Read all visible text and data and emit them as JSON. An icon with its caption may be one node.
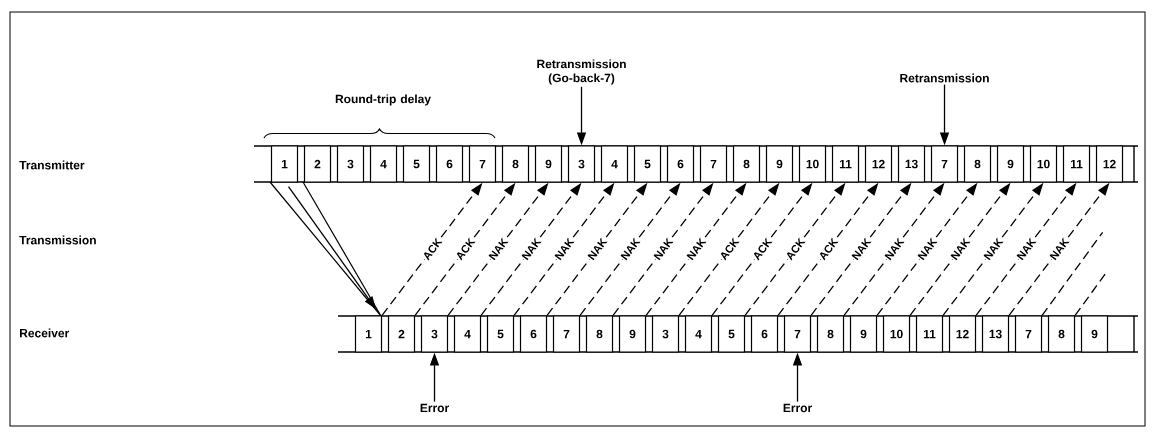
{
  "diagram": {
    "nodes": [
      {
        "text": [
          "Retransmission (Go-back-7)"
        ]
      },
      {
        "text": [
          "Retransmission"
        ]
      },
      {
        "text": [
          "1"
        ]
      },
      {
        "text": [
          "2"
        ]
      },
      {
        "text": [
          "3"
        ]
      },
      {
        "text": [
          "4"
        ]
      },
      {
        "text": [
          "5"
        ]
      },
      {
        "text": [
          "6"
        ]
      },
      {
        "text": [
          "7"
        ]
      },
      {
        "text": [
          "8"
        ]
      },
      {
        "text": [
          "9"
        ]
      },
      {
        "text": [
          "3"
        ]
      },
      {
        "text": [
          "4"
        ]
      },
      {
        "text": [
          "5"
        ]
      },
      {
        "text": [
          "6"
        ]
      },
      {
        "text": [
          "7"
        ]
      },
      {
        "text": [
          "8"
        ]
      },
      {
        "text": [
          "9"
        ]
      },
      {
        "text": [
          "10"
        ]
      },
      {
        "text": [
          "11"
        ]
      },
      {
        "text": [
          "12"
        ]
      },
      {
        "text": [
          "13"
        ]
      },
      {
        "text": [
          "7"
        ]
      },
      {
        "text": [
          "8"
        ]
      },
      {
        "text": [
          "9"
        ]
      },
      {
        "text": [
          "10"
        ]
      },
      {
        "text": [
          "11"
        ]
      },
      {
        "text": [
          "12"
        ]
      },
      {
        "text": [
          "1"
        ]
      },
      {
        "text": [
          "2"
        ]
      },
      {
        "text": [
          "3"
        ]
      },
      {
        "text": [
          "4"
        ]
      },
      {
        "text": [
          "5"
        ]
      },
      {
        "text": [
          "6"
        ]
      },
      {
        "text": [
          "7"
        ]
      },
      {
        "text": [
          "8"
        ]
      },
      {
        "text": [
          "9"
        ]
      },
      {
        "text": [
          "3"
        ]
      },
      {
        "text": [
          "4"
        ]
      },
      {
        "text": [
          "5"
        ]
      },
      {
        "text": [
          "6"
        ]
      },
      {
        "text": [
          "7"
        ]
      },
      {
        "text": [
          "8"
        ]
      },
      {
        "text": [
          "9"
        ]
      },
      {
        "text": [
          "10"
        ]
      },
      {
        "text": [
          "11"
        ]
      },
      {
        "text": [
          "12"
        ]
      },
      {
        "text": [
          "13"
        ]
      },
      {
        "text": [
          "7"
        ]
      },
      {
        "text": [
          "8"
        ]
      },
      {
        "text": [
          "9"
        ]
      },
      {
        "text": [
          "Error"
        ]
      },
      {
        "text": [
          "Error"
        ]
      }
    ],
    "edges": [
      {
        "from": 2,
        "to": 28,
        "arrow": "to"
      },
      {
        "from": 0,
        "to": 11,
        "arrow": "to"
      },
      {
        "from": 1,
        "to": 22,
        "arrow": "to"
      },
      {
        "from": 51,
        "to": 30,
        "arrow": "to"
      },
      {
        "from": 52,
        "to": 41,
        "arrow": "to"
      },
      {
        "from": 28,
        "to": 8,
        "arrow": "to",
        "label": "ACK",
        "style": "dashed"
      },
      {
        "from": 29,
        "to": 9,
        "arrow": "to",
        "label": "ACK",
        "style": "dashed"
      },
      {
        "from": 30,
        "to": 10,
        "arrow": "to",
        "label": "NAK",
        "style": "dashed"
      },
      {
        "from": 31,
        "to": 11,
        "arrow": "to",
        "label": "NAK",
        "style": "dashed"
      },
      {
        "from": 32,
        "to": 12,
        "arrow": "to",
        "label": "NAK",
        "style": "dashed"
      },
      {
        "from": 33,
        "to": 13,
        "arrow": "to",
        "label": "NAK",
        "style": "dashed"
      },
      {
        "from": 34,
        "to": 14,
        "arrow": "to",
        "label": "NAK",
        "style": "dashed"
      },
      {
        "from": 35,
        "to": 15,
        "arrow": "to",
        "label": "NAK",
        "style": "dashed"
      },
      {
        "from": 36,
        "to": 16,
        "arrow": "to",
        "label": "NAK",
        "style": "dashed"
      },
      {
        "from": 37,
        "to": 17,
        "arrow": "to",
        "label": "ACK",
        "style": "dashed"
      },
      {
        "from": 38,
        "to": 18,
        "arrow": "to",
        "label": "ACK",
        "style": "dashed"
      },
      {
        "from": 39,
        "to": 19,
        "arrow": "to",
        "label": "ACK",
        "style": "dashed"
      },
      {
        "from": 40,
        "to": 20,
        "arrow": "to",
        "label": "ACK",
        "style": "dashed"
      },
      {
        "from": 41,
        "to": 21,
        "arrow": "to",
        "label": "NAK",
        "style": "dashed"
      },
      {
        "from": 42,
        "to": 22,
        "arrow": "to",
        "label": "NAK",
        "style": "dashed"
      },
      {
        "from": 43,
        "to": 23,
        "arrow": "to",
        "label": "NAK",
        "style": "dashed"
      },
      {
        "from": 44,
        "to": 24,
        "arrow": "to",
        "label": "NAK",
        "style": "dashed"
      },
      {
        "from": 45,
        "to": 25,
        "arrow": "to",
        "label": "NAK",
        "style": "dashed"
      },
      {
        "from": 46,
        "to": 26,
        "arrow": "to",
        "label": "NAK",
        "style": "dashed"
      },
      {
        "from": 47,
        "to": 27,
        "arrow": "to",
        "label": "NAK",
        "style": "dashed"
      },
      {
        "from": 48,
        "to": null,
        "arrow": "none",
        "style": "dashed"
      },
      {
        "from": 49,
        "to": null,
        "arrow": "none",
        "style": "dashed"
      }
    ],
    "labels": [
      "Round-trip delay",
      "Transmitter",
      "Transmission",
      "Receiver"
    ]
  }
}
